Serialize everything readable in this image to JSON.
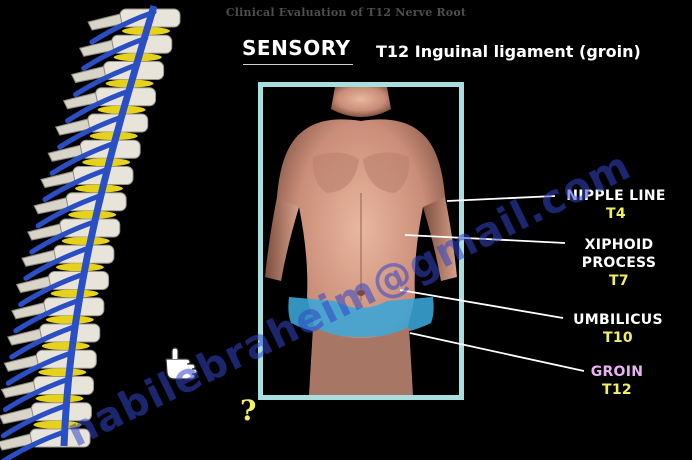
{
  "header": {
    "title": "Clinical Evaluation of T12 Nerve Root"
  },
  "main": {
    "heading": "SENSORY",
    "subheading": "T12 Inguinal ligament (groin)"
  },
  "labels": [
    {
      "name": "NIPPLE LINE",
      "level": "T4"
    },
    {
      "name": "XIPHOID",
      "name2": "PROCESS",
      "level": "T7"
    },
    {
      "name": "UMBILICUS",
      "level": "T10"
    },
    {
      "name": "GROIN",
      "level": "T12"
    }
  ],
  "watermark": "nabilebraheim@gmail.com",
  "question_mark": "?",
  "colors": {
    "background": "#000000",
    "frame_border": "#a9dede",
    "level_text": "#f2f060",
    "groin_text": "#e9b2f3",
    "nerve_blue": "#2a4fc4",
    "disc_yellow": "#e6d21a",
    "groin_band": "#3aa6d8"
  },
  "icons": [
    "pointing-hand-icon",
    "spine-illustration",
    "torso-illustration"
  ]
}
